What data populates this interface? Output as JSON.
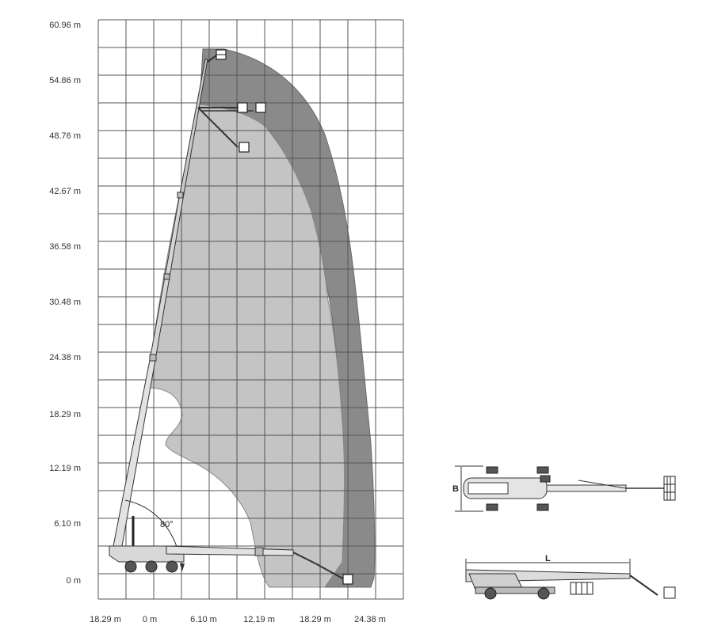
{
  "y_axis": {
    "ticks": [
      "60.96 m",
      "54.86 m",
      "48.76 m",
      "42.67 m",
      "36.58 m",
      "30.48 m",
      "24.38 m",
      "18.29 m",
      "12.19 m",
      "6.10 m",
      "0 m"
    ]
  },
  "x_axis": {
    "ticks": [
      "18.29 m",
      "0 m",
      "6.10 m",
      "12.19 m",
      "18.29 m",
      "24.38 m"
    ]
  },
  "boom_angle_label": "80°",
  "top_view": {
    "width_label": "B"
  },
  "side_view": {
    "length_label": "L"
  },
  "colors": {
    "outer_envelope": "#8a8a8a",
    "inner_envelope": "#c4c4c4",
    "grid": "#555555",
    "machine": "#d8d8d8"
  }
}
